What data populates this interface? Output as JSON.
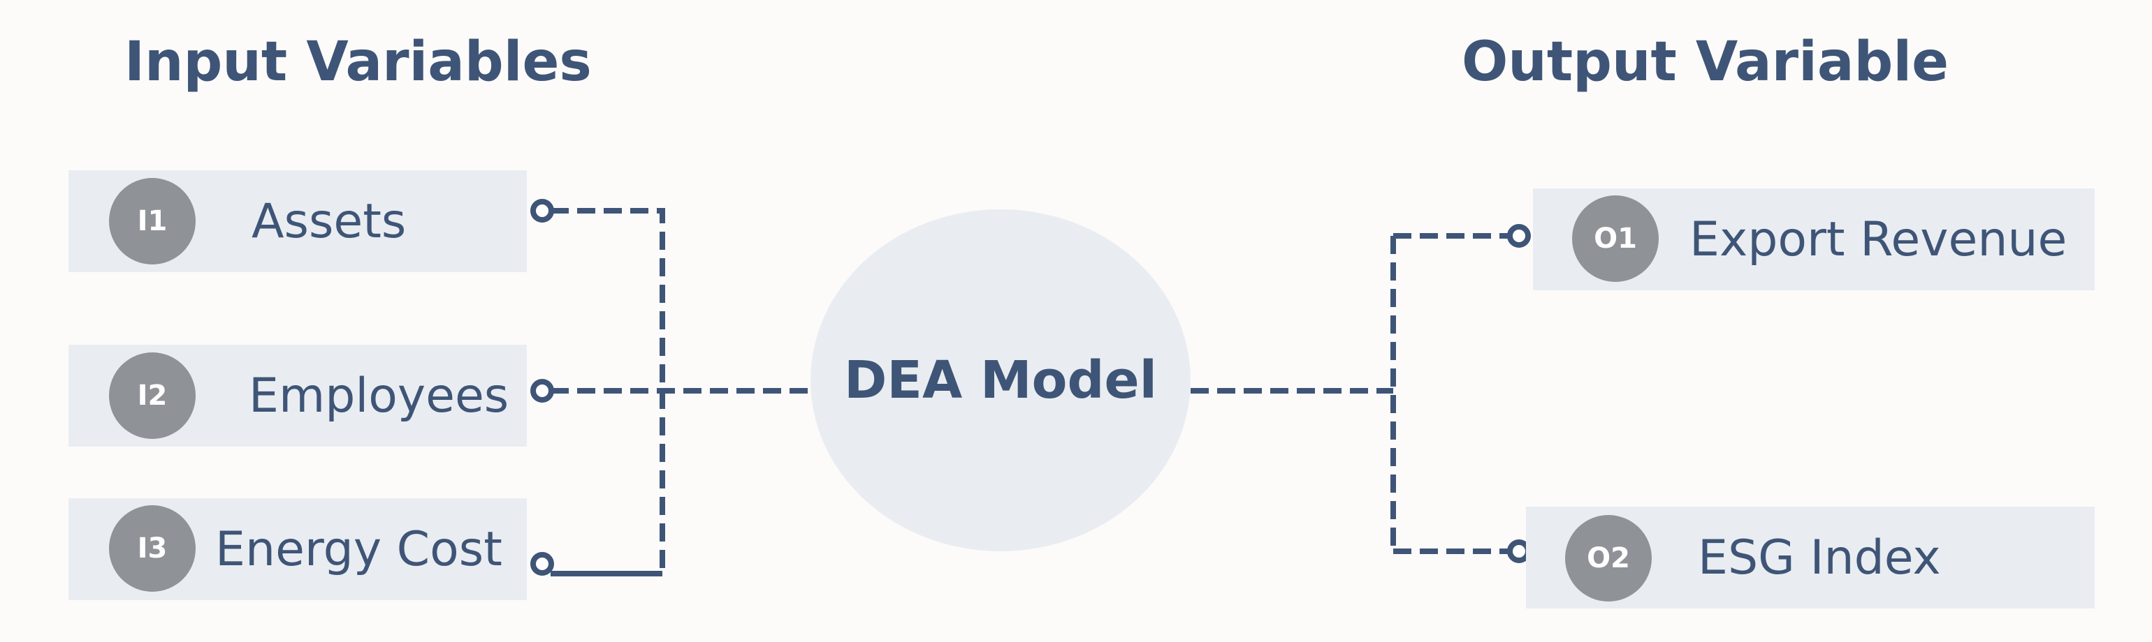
{
  "colors": {
    "background": "#fcfbfa",
    "text": "#3f5577",
    "box_fill": "#e9edf1",
    "badge_fill": "#8f9296",
    "connector": "#3f5577"
  },
  "inputs": {
    "title": "Input Variables",
    "items": [
      {
        "badge": "I1",
        "label": "Assets"
      },
      {
        "badge": "I2",
        "label": "Employees"
      },
      {
        "badge": "I3",
        "label": "Energy Cost"
      }
    ]
  },
  "model": {
    "label": "DEA Model"
  },
  "outputs": {
    "title": "Output Variable",
    "items": [
      {
        "badge": "O1",
        "label": "Export Revenue"
      },
      {
        "badge": "O2",
        "label": "ESG Index"
      }
    ]
  }
}
